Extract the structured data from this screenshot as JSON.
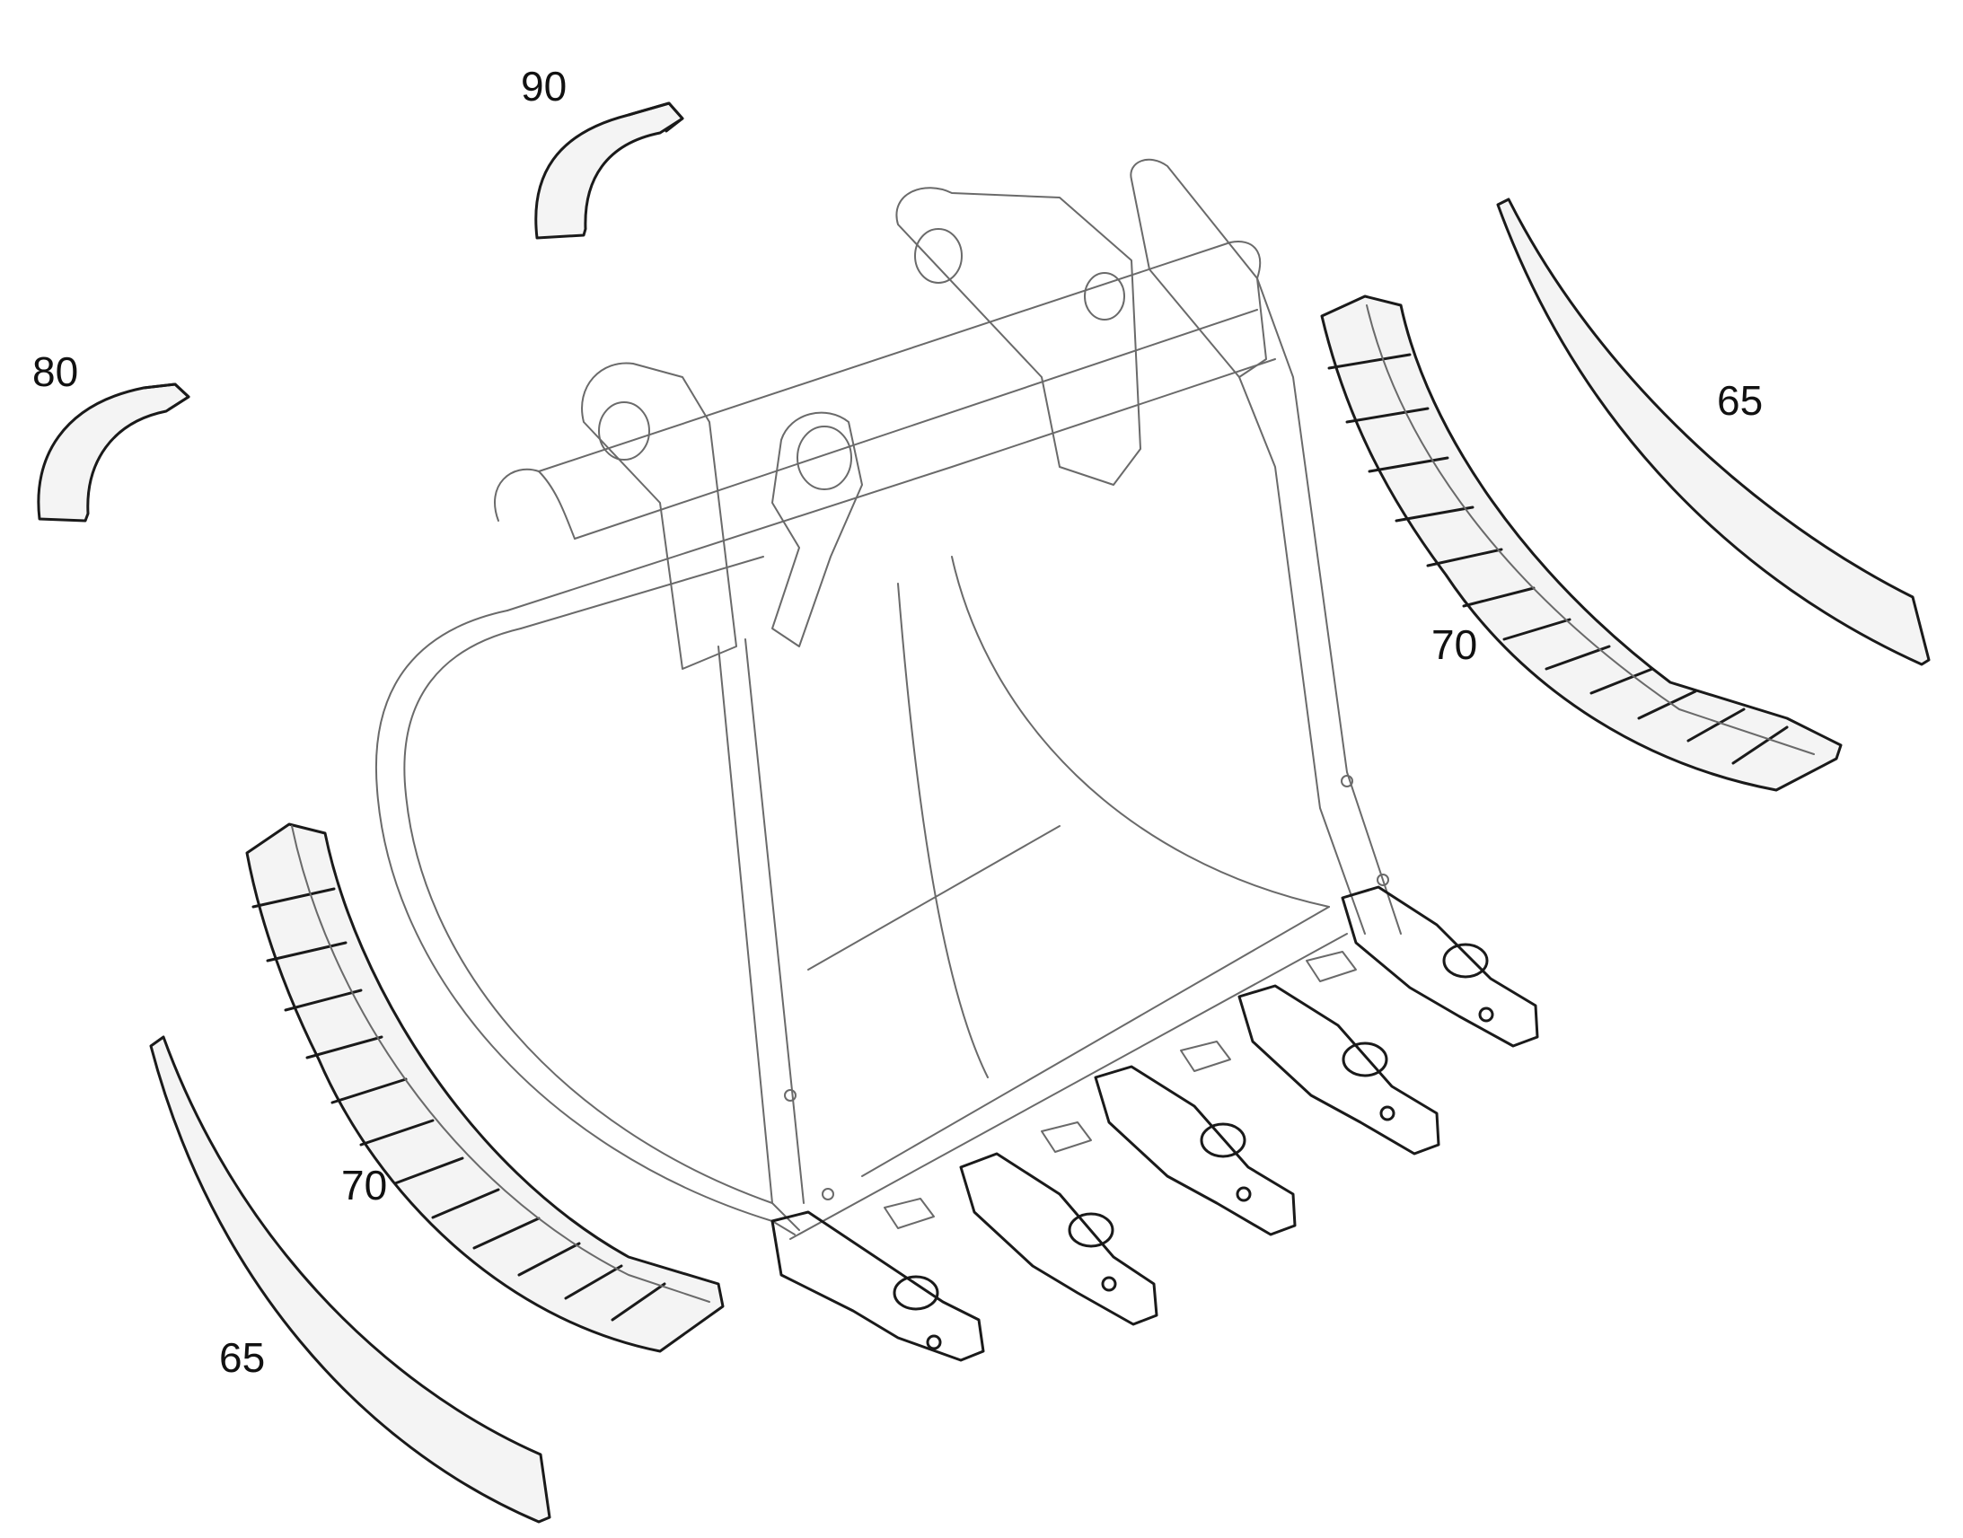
{
  "labels": {
    "label_90": "90",
    "label_80": "80",
    "label_65_right": "65",
    "label_70_right": "70",
    "label_70_left": "70",
    "label_65_left": "65"
  }
}
